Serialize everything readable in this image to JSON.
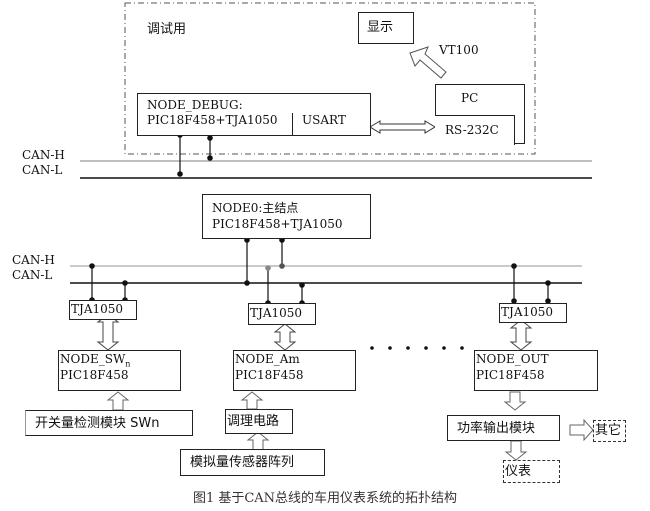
{
  "debug_region": {
    "label": "调试用",
    "display_box": "显示",
    "vt100_label": "VT100",
    "pc_box": {
      "title": "PC",
      "port": "RS-232C"
    },
    "node_debug": {
      "line1": "NODE_DEBUG:",
      "line2": "PIC18F458+TJA1050",
      "usart": "USART"
    }
  },
  "bus_upper": {
    "can_h": "CAN-H",
    "can_l": "CAN-L"
  },
  "node0": {
    "line1": "NODE0:主结点",
    "line2": "PIC18F458+TJA1050"
  },
  "bus_lower": {
    "can_h": "CAN-H",
    "can_l": "CAN-L"
  },
  "transceivers": [
    "TJA1050",
    "TJA1050",
    "TJA1050"
  ],
  "nodes": [
    {
      "name": "NODE_SW",
      "subscript": "n",
      "mcu": "PIC18F458",
      "input": "开关量检测模块 SWn"
    },
    {
      "name": "NODE_Am",
      "mcu": "PIC18F458",
      "input": "调理电路",
      "source": "模拟量传感器阵列"
    },
    {
      "name": "NODE_OUT",
      "mcu": "PIC18F458",
      "output": "功率输出模块",
      "outputs": [
        "其它",
        "仪表"
      ]
    }
  ],
  "ellipsis": "· · · · · ·",
  "caption": "图1  基于CAN总线的车用仪表系统的拓扑结构"
}
